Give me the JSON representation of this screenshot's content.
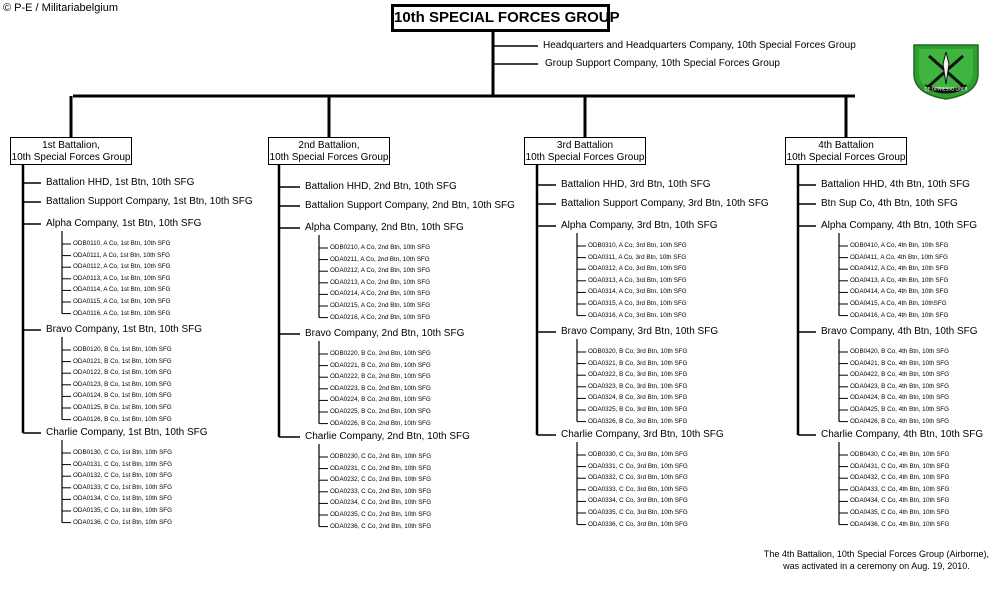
{
  "copyright": "© P-E / Militariabelgium",
  "group_title": "10th SPECIAL FORCES GROUP",
  "hq_units": [
    "Headquarters and Headquarters Company, 10th Special Forces Group",
    "Group Support Company, 10th Special Forces Group"
  ],
  "crest": {
    "motto": "DE OPPRESSO LIBER",
    "color": "#2e9e2e"
  },
  "battalions": [
    {
      "title_line1": "1st Battalion,",
      "title_line2": "10th Special Forces Group",
      "hhd": "Battalion HHD, 1st Btn, 10th SFG",
      "support": "Battalion  Support Company, 1st Btn, 10th SFG",
      "companies": [
        {
          "name": "Alpha Company, 1st Btn, 10th SFG",
          "odas": [
            "ODB0110, A Co, 1st Btn,  10th SFG",
            "ODA0111, A Co, 1st Btn,  10th SFG",
            "ODA0112, A Co, 1st Btn,  10th SFG",
            "ODA0113, A Co, 1st Btn,  10th SFG",
            "ODA0114, A Co, 1st Btn,  10th SFG",
            "ODA0115, A Co, 1st Btn,  10th SFG",
            "ODA0116, A Co, 1st Btn,  10th SFG"
          ]
        },
        {
          "name": "Bravo Company, 1st Btn, 10th SFG",
          "odas": [
            "ODB0120, B Co, 1st Btn,  10th SFG",
            "ODA0121, B Co, 1st Btn,  10th SFG",
            "ODA0122, B Co, 1st Btn,  10th SFG",
            "ODA0123, B Co, 1st Btn,  10th SFG",
            "ODA0124, B Co, 1st Btn,  10th SFG",
            "ODA0125, B Co, 1st Btn,  10th SFG",
            "ODA0126, B Co, 1st Btn,  10th SFG"
          ]
        },
        {
          "name": "Charlie Company, 1st Btn, 10th SFG",
          "odas": [
            "ODB0130, C Co, 1st Btn,  10th SFG",
            "ODA0131, C Co, 1st Btn,  10th SFG",
            "ODA0132, C Co, 1st Btn,  10th SFG",
            "ODA0133, C Co, 1st Btn,  10th SFG",
            "ODA0134, C Co, 1st Btn,  10th SFG",
            "ODA0135, C Co, 1st Btn,  10th SFG",
            "ODA0136, C Co, 1st Btn,  10th SFG"
          ]
        }
      ]
    },
    {
      "title_line1": "2nd Battalion,",
      "title_line2": "10th Special Forces Group",
      "hhd": "Battalion HHD,  2nd Btn, 10th SFG",
      "support": "Battalion  Support Company, 2nd Btn, 10th SFG",
      "companies": [
        {
          "name": "Alpha Company, 2nd Btn, 10th SFG",
          "odas": [
            "ODB0210, A Co, 2nd Btn,  10th SFG",
            "ODA0211, A Co, 2nd Btn,  10th SFG",
            "ODA0212, A Co, 2nd Btn,  10th SFG",
            "ODA0213, A Co, 2nd Btn,  10th SFG",
            "ODA0214, A Co, 2nd Btn,  10th SFG",
            "ODA0215, A Co, 2nd Btn,  10th SFG",
            "ODA0216, A Co, 2nd Btn,  10th SFG"
          ]
        },
        {
          "name": "Bravo Company, 2nd Btn, 10th SFG",
          "odas": [
            "ODB0220, B Co, 2nd Btn,  10th SFG",
            "ODA0221, B Co, 2nd Btn,  10th SFG",
            "ODA0222, B Co, 2nd Btn,  10th SFG",
            "ODA0223, B Co, 2nd Btn,  10th SFG",
            "ODA0224, B Co, 2nd Btn,  10th SFG",
            "ODA0225, B Co, 2nd Btn,  10th SFG",
            "ODA0226, B Co, 2nd Btn,  10th SFG"
          ]
        },
        {
          "name": "Charlie Company, 2nd Btn, 10th SFG",
          "odas": [
            "ODB0230, C Co, 2nd Btn,  10th SFG",
            "ODA0231, C Co, 2nd Btn,  10th SFG",
            "ODA0232, C Co, 2nd Btn,  10th SFG",
            "ODA0233, C Co, 2nd Btn,  10th SFG",
            "ODA0234, C Co, 2nd Btn,  10th SFG",
            "ODA0235, C Co, 2nd Btn,  10th SFG",
            "ODA0236, C Co, 2nd Btn,  10th SFG"
          ]
        }
      ]
    },
    {
      "title_line1": "3rd Battalion",
      "title_line2": "10th Special Forces Group",
      "hhd": "Battalion HHD, 3rd Btn, 10th SFG",
      "support": "Battalion  Support Company, 3rd Btn, 10th SFG",
      "companies": [
        {
          "name": "Alpha Company, 3rd Btn, 10th SFG",
          "odas": [
            "ODB0310, A Co, 3rd Btn,  10th SFG",
            "ODA0311, A Co, 3rd Btn,  10th SFG",
            "ODA0312, A Co, 3rd Btn,  10th SFG",
            "ODA0313, A Co, 3rd Btn,  10th SFG",
            "ODA0314, A Co, 3rd Btn,  10th SFG",
            "ODA0315, A Co, 3rd Btn,  10th SFG",
            "ODA0316, A Co, 3rd Btn,  10th SFG"
          ]
        },
        {
          "name": "Bravo Company, 3rd Btn, 10th SFG",
          "odas": [
            "ODB0320, B Co, 3rd Btn,  10th SFG",
            "ODA0321, B Co, 3rd Btn,  10th SFG",
            "ODA0322, B Co, 3rd Btn,  10th SFG",
            "ODA0323, B Co, 3rd Btn,  10th SFG",
            "ODA0324, B Co, 3rd Btn,  10th SFG",
            "ODA0325, B Co, 3rd Btn,  10th SFG",
            "ODA0326, B Co, 3rd Btn,  10th SFG"
          ]
        },
        {
          "name": "Charlie Company, 3rd Btn, 10th SFG",
          "odas": [
            "ODB0330, C Co, 3rd Btn,  10th SFG",
            "ODA0331, C Co, 3rd Btn,  10th SFG",
            "ODA0332, C Co, 3rd Btn,  10th SFG",
            "ODA0333, C Co, 3rd Btn,  10th SFG",
            "ODA0334, C Co, 3rd Btn,  10th SFG",
            "ODA0335, C Co, 3rd Btn,  10th SFG",
            "ODA0336, C Co, 3rd Btn,  10th SFG"
          ]
        }
      ]
    },
    {
      "title_line1": "4th Battalion",
      "title_line2": "10th Special Forces Group",
      "hhd": "Battalion HHD, 4th Btn, 10th SFG",
      "support": "Btn  Sup Co, 4th Btn, 10th SFG",
      "companies": [
        {
          "name": "Alpha Company, 4th Btn, 10th SFG",
          "odas": [
            "ODB0410, A Co, 4th Btn,  10th SFG",
            "ODA0411, A Co, 4th Btn,  10th SFG",
            "ODA0412, A Co, 4th Btn,  10th SFG",
            "ODA0413, A Co, 4th Btn,  10th SFG",
            "ODA0414, A Co, 4th Btn,  10th SFG",
            "ODA0415, A Co, 4th Btn,  10thSFG",
            "ODA0416, A Co, 4th Btn,  10th SFG"
          ]
        },
        {
          "name": "Bravo Company, 4th Btn, 10th SFG",
          "odas": [
            "ODB0420, B Co, 4th Btn,  10th SFG",
            "ODA0421, B Co, 4th Btn,  10th SFG",
            "ODA0422, B Co, 4th Btn,  10th SFG",
            "ODA0423, B Co, 4th Btn,  10th SFG",
            "ODA0424, B Co, 4th Btn,  10th SFG",
            "ODA0425, B Co, 4th Btn,  10th SFG",
            "ODA0426, B Co, 4th Btn,  10th SFG"
          ]
        },
        {
          "name": "Charlie Company, 4th Btn, 10th SFG",
          "odas": [
            "ODB0430, C Co, 4th Btn,  10th SFG",
            "ODA0431, C Co, 4th Btn,  10th SFG",
            "ODA0432, C Co, 4th Btn,  10th SFG",
            "ODA0433, C Co, 4th Btn,  10th SFG",
            "ODA0434, C Co, 4th Btn,  10th SFG",
            "ODA0435, C Co, 4th Btn,  10th SFG",
            "ODA0436, C Co, 4th Btn,  10th SFG"
          ]
        }
      ]
    }
  ],
  "footnote": {
    "line1": "The 4th Battalion, 10th Special Forces Group (Airborne),",
    "line2": "was activated in a ceremony on Aug. 19, 2010."
  }
}
